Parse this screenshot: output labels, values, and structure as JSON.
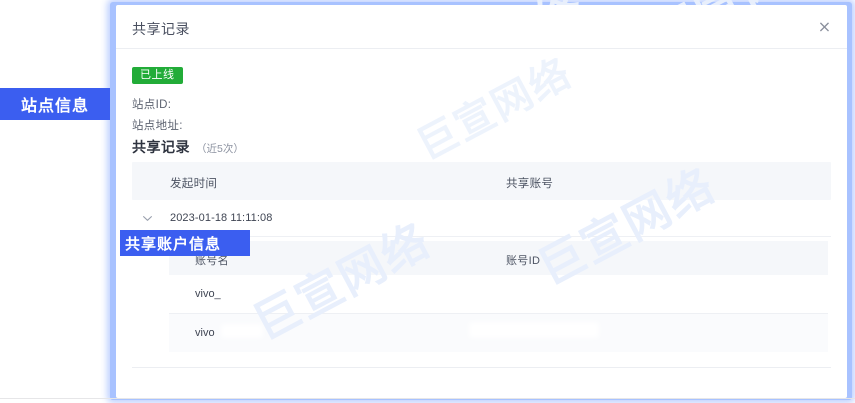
{
  "modal": {
    "title": "共享记录",
    "close_label": "×",
    "close_icon": "close-icon"
  },
  "site_info": {
    "status_badge": "已上线",
    "fields": [
      {
        "label": "站点ID:",
        "value": ""
      },
      {
        "label": "站点地址:",
        "value": ""
      }
    ]
  },
  "share_section": {
    "title": "共享记录",
    "subtitle": "（近5次）"
  },
  "share_table": {
    "columns": [
      "发起时间",
      "共享账号"
    ],
    "rows": [
      {
        "expand_icon": "chevron-down-icon",
        "time": "2023-01-18 11:11:08",
        "account": ""
      }
    ]
  },
  "account_table": {
    "columns": [
      "账号名",
      "账号ID"
    ],
    "rows": [
      {
        "name": "vivo_",
        "id": ""
      },
      {
        "name": "vivo",
        "id": ""
      }
    ]
  },
  "annotations": [
    {
      "id": "site",
      "text": "站点信息"
    },
    {
      "id": "account",
      "text": "共享账户信息"
    }
  ],
  "watermark": {
    "text": "巨宣网络",
    "color": "#e8effc"
  },
  "colors": {
    "accent_blue": "#3b5ef0",
    "badge_green": "#22ac38",
    "table_header_bg": "#f5f7fa",
    "border": "#eceef2",
    "modal_glow": "#7ea2ff"
  }
}
